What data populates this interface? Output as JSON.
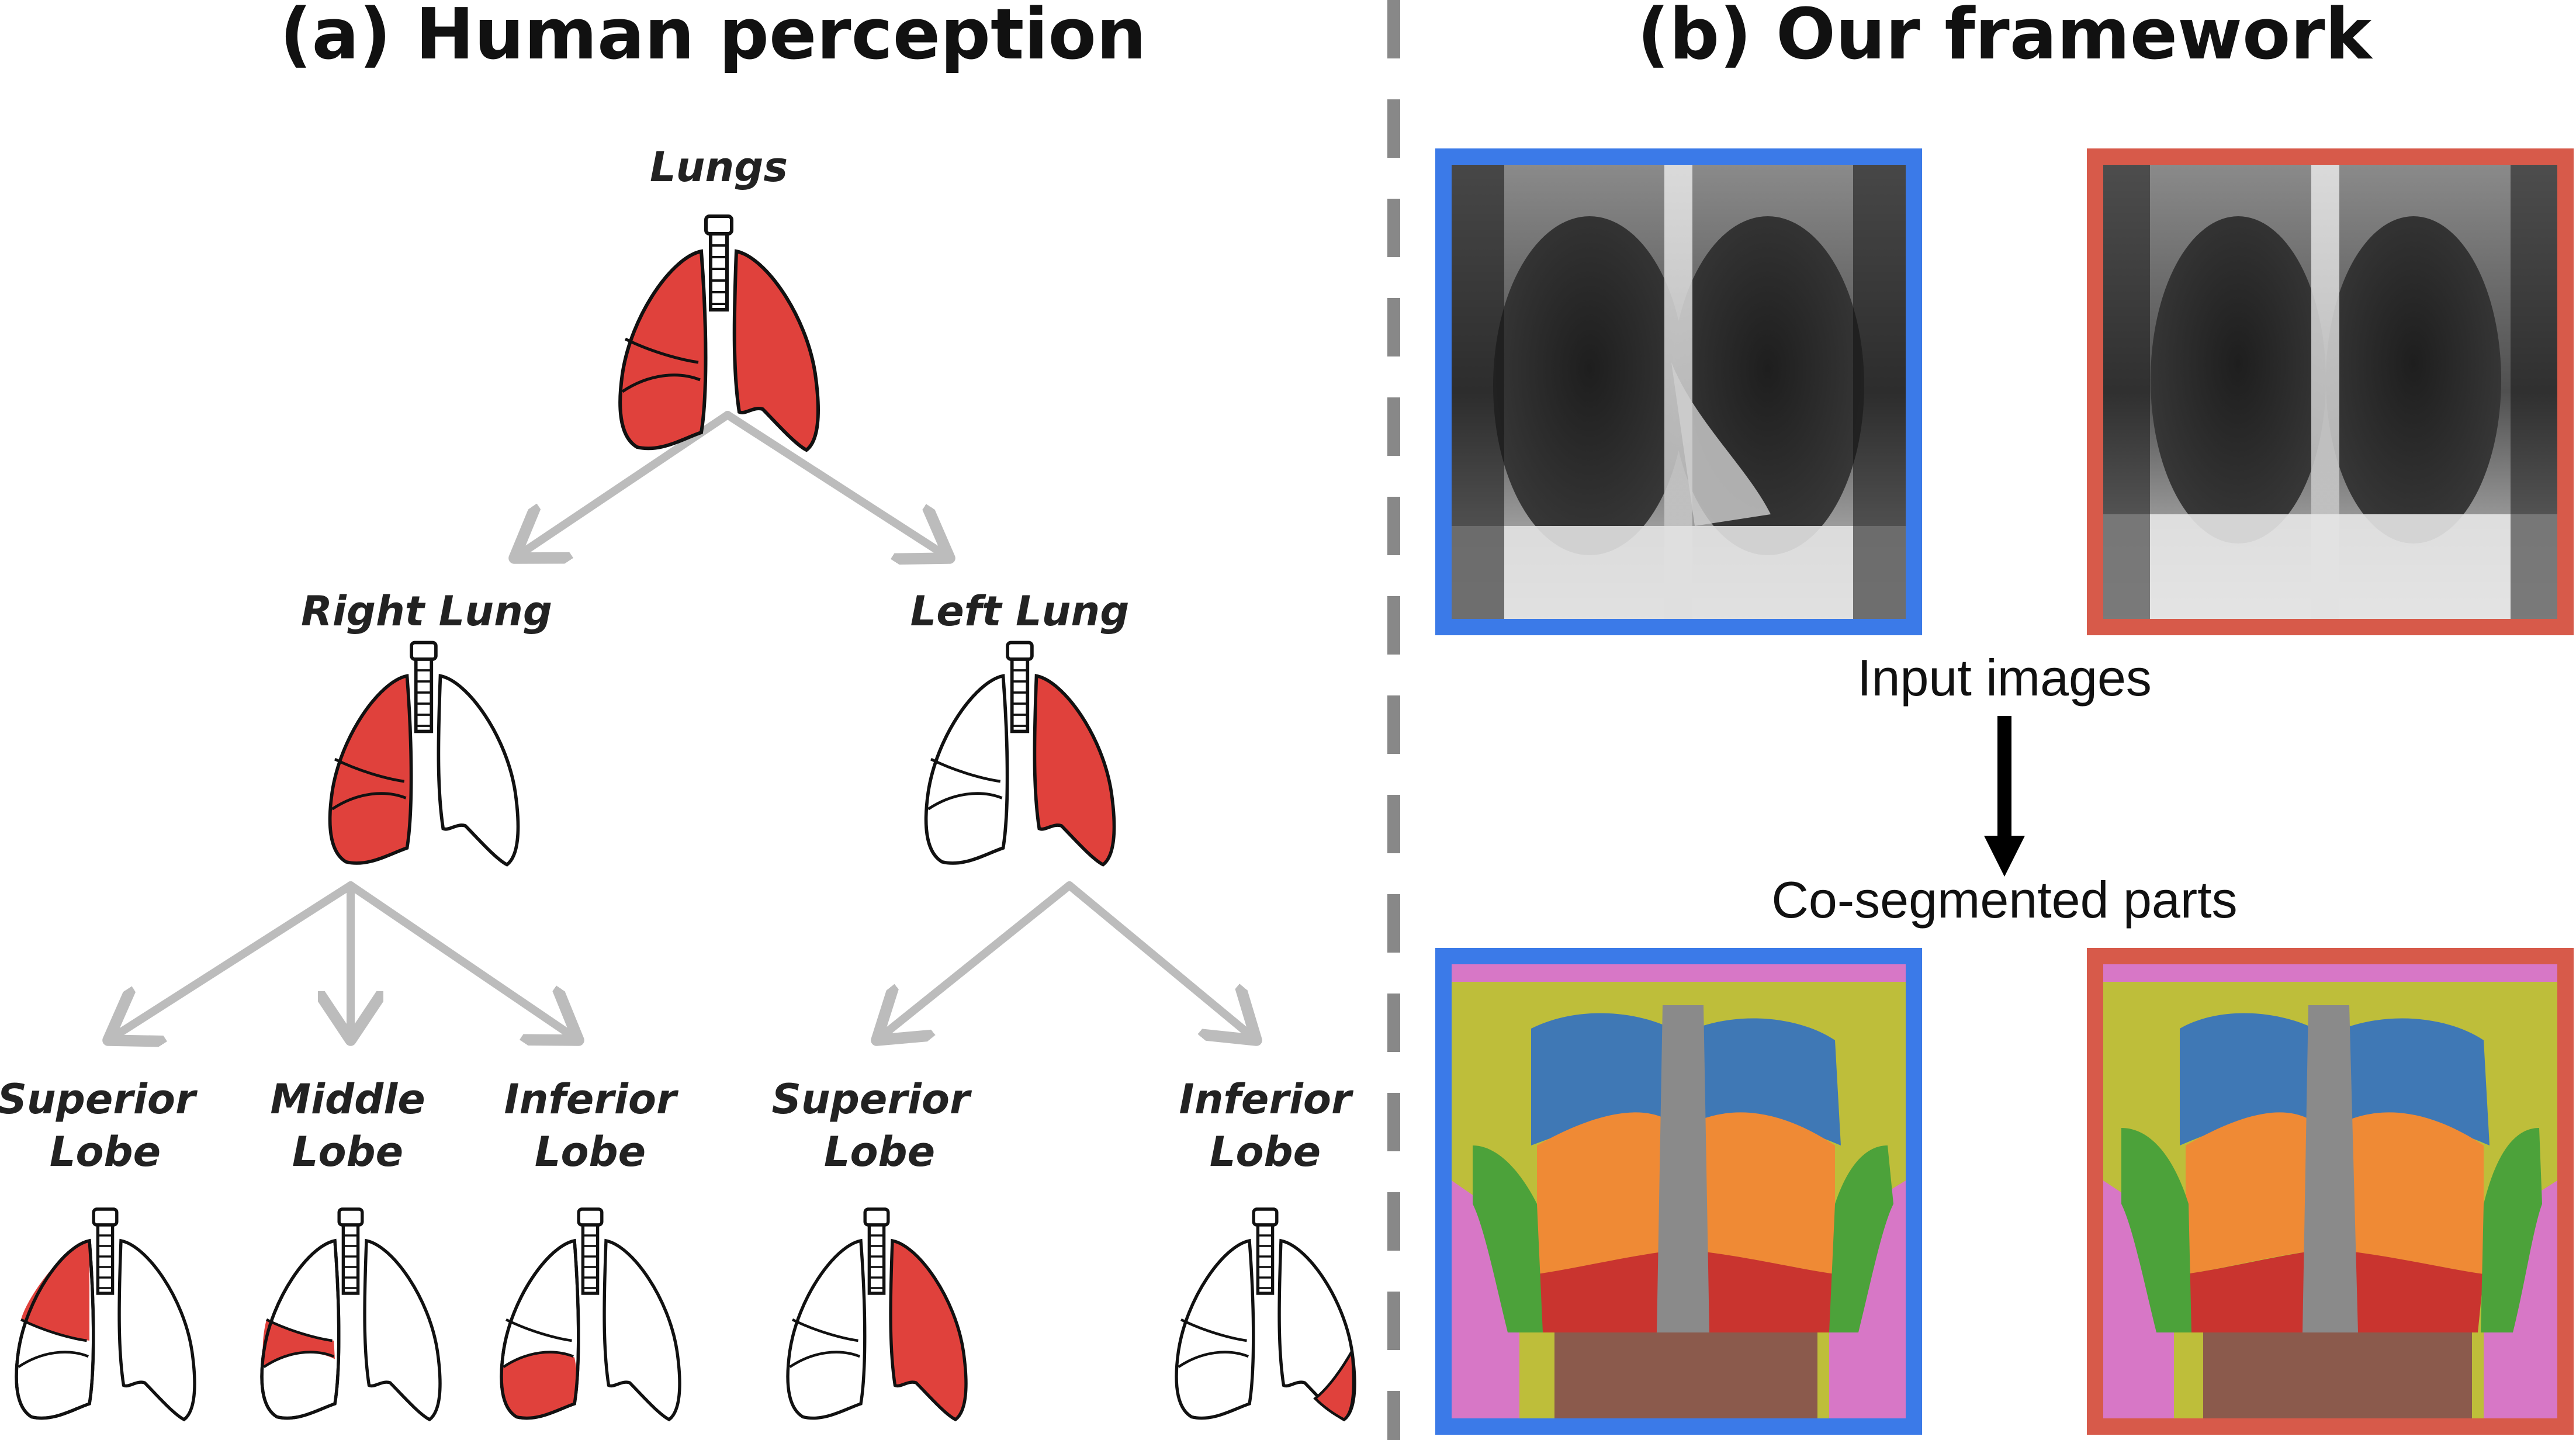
{
  "panel_a": {
    "title": "(a) Human perception",
    "nodes": {
      "root": "Lungs",
      "right_lung": "Right Lung",
      "left_lung": "Left Lung",
      "r_superior": [
        "Superior",
        "Lobe"
      ],
      "r_middle": [
        "Middle",
        "Lobe"
      ],
      "r_inferior": [
        "Inferior",
        "Lobe"
      ],
      "l_superior": [
        "Superior",
        "Lobe"
      ],
      "l_inferior": [
        "Inferior",
        "Lobe"
      ]
    }
  },
  "panel_b": {
    "title": "(b) Our framework",
    "input_label": "Input images",
    "output_label": "Co-segmented parts"
  },
  "colors": {
    "lung_fill": "#e0413c",
    "arrow": "#bcbcbc",
    "divider": "#888888",
    "frame_blue": "#3b7ae8",
    "frame_red": "#d75a4a",
    "seg_pink": "#d777c6",
    "seg_olive": "#bebe3a",
    "seg_blue": "#3f78b5",
    "seg_orange": "#ef8a35",
    "seg_gray": "#8a8a8a",
    "seg_green": "#4ca23a",
    "seg_red": "#c9342f",
    "seg_brown": "#8b5a4c"
  }
}
